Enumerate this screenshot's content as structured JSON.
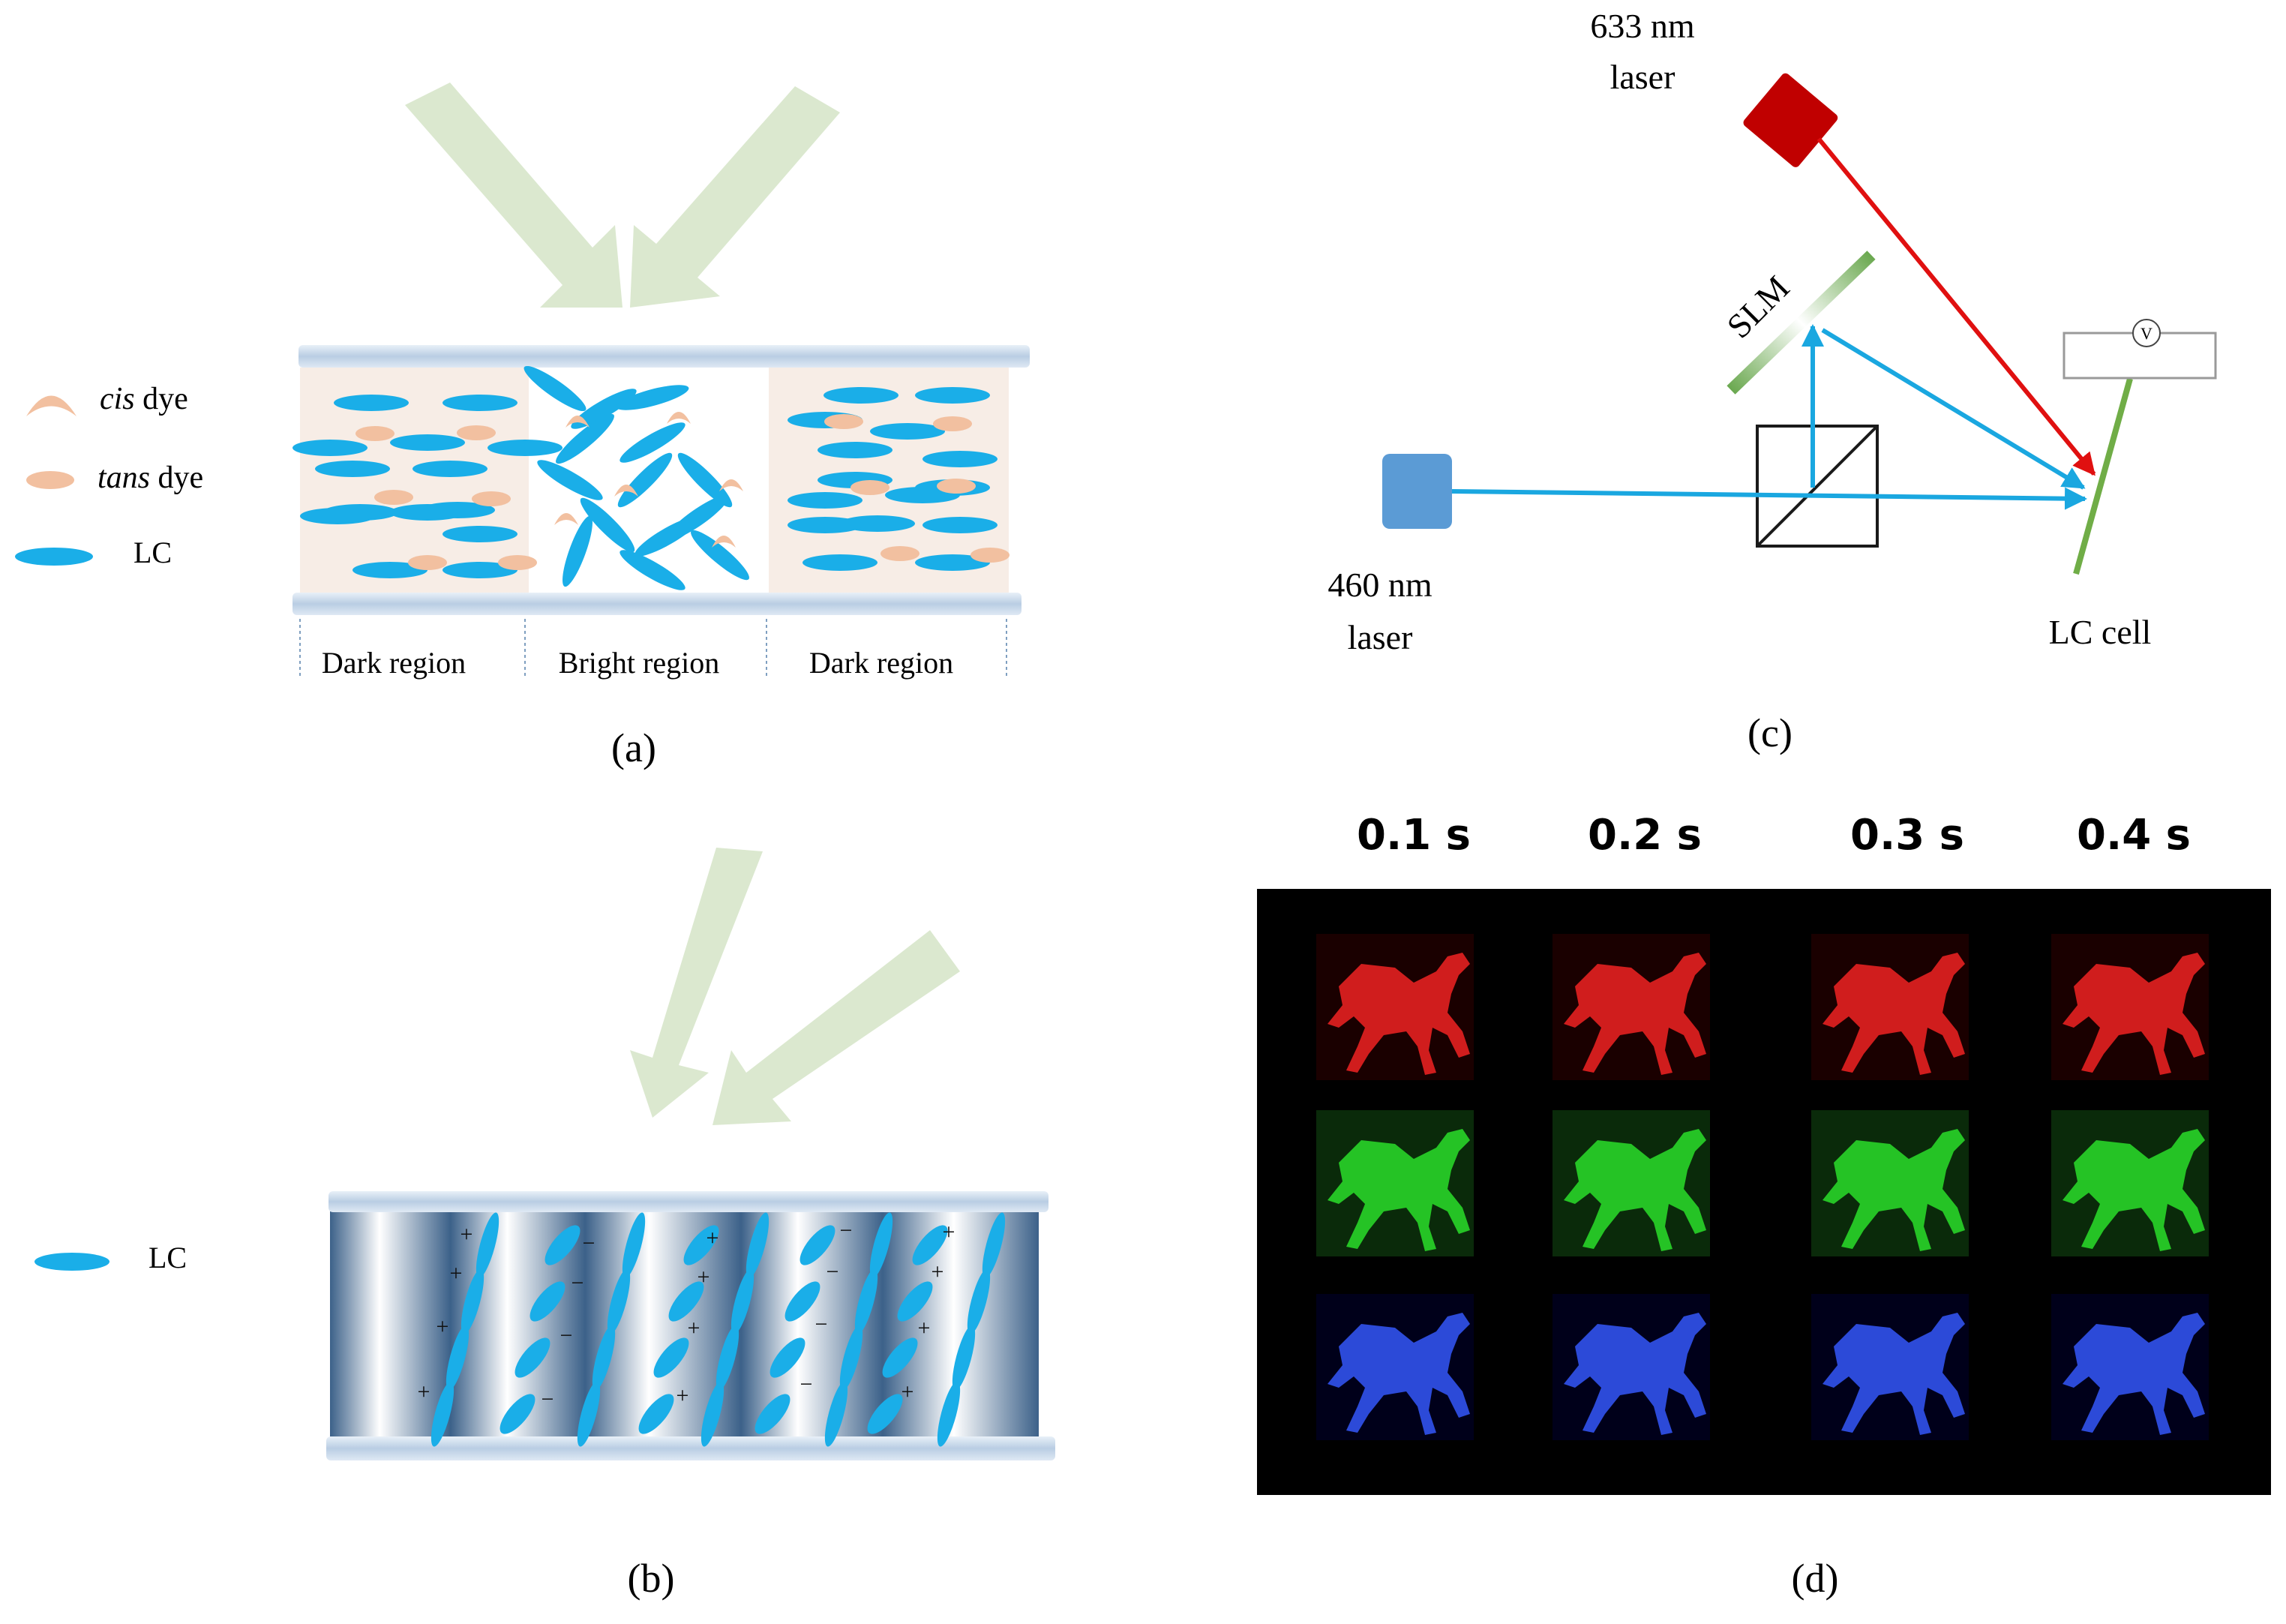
{
  "panel_a": {
    "legend": {
      "cis": {
        "italic": "cis",
        "rest": " dye"
      },
      "trans": {
        "italic": "tans",
        "rest": " dye"
      },
      "lc": "LC"
    },
    "regions": [
      "Dark region",
      "Bright region",
      "Dark region"
    ],
    "caption": "(a)"
  },
  "panel_b": {
    "legend": {
      "lc": "LC"
    },
    "caption": "(b)"
  },
  "panel_c": {
    "laser_red": {
      "line1": "633 nm",
      "line2": "laser"
    },
    "laser_blue": {
      "line1": "460 nm",
      "line2": "laser"
    },
    "slm_label": "SLM",
    "lc_cell_label": "LC cell",
    "voltmeter_label": "V",
    "caption": "(c)"
  },
  "panel_d": {
    "times": [
      "0.1 s",
      "0.2 s",
      "0.3 s",
      "0.4 s"
    ],
    "caption": "(d)"
  },
  "colors": {
    "lc_blue": "#1aaee8",
    "dye": "#f2c0a0",
    "arrow_green": "#dbe8cf",
    "red_laser": "#c00000",
    "blue_beam": "#1aa7e0",
    "glass": "#c8d8ea",
    "slm_green": "#6aa84f",
    "lc_cell_green": "#70ad47",
    "horse_red": "#e02020",
    "horse_green": "#28d028",
    "horse_blue": "#3050e8"
  }
}
